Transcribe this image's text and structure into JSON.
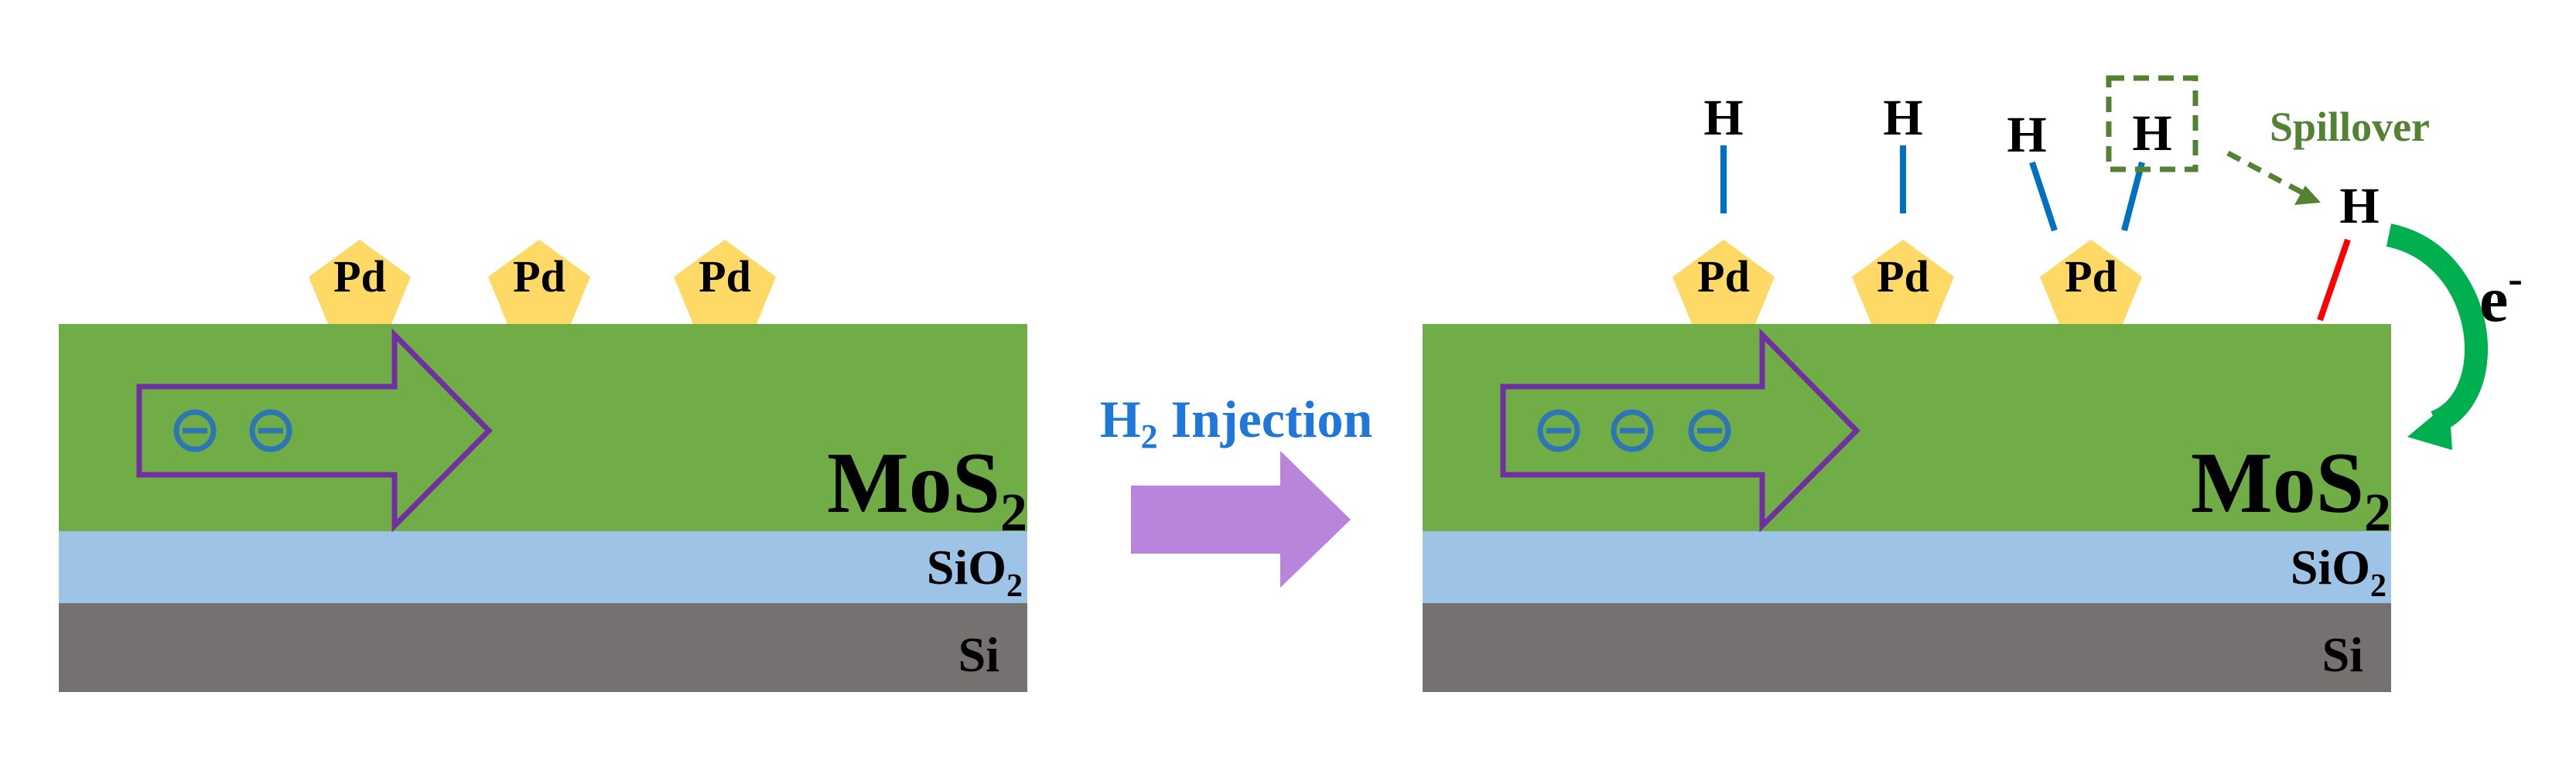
{
  "colors": {
    "mos2": "#70ad47",
    "sio2": "#9dc3e6",
    "si": "#767171",
    "pd": "#ffd966",
    "arrow_outline": "#7030a0",
    "electron": "#2e75b6",
    "bond_blue": "#0070c0",
    "bond_red": "#ff0000",
    "injection_arrow": "#b884dc",
    "injection_text": "#1f78d9",
    "spillover": "#548235",
    "transfer_arrow": "#00b050",
    "text": "#000000"
  },
  "left_panel": {
    "layers": {
      "mos2": {
        "label": "MoS",
        "sub": "2"
      },
      "sio2": {
        "label": "SiO",
        "sub": "2"
      },
      "si": {
        "label": "Si"
      }
    },
    "pd_particles": [
      "Pd",
      "Pd",
      "Pd"
    ],
    "electron_count": 2
  },
  "injection": {
    "label": "H",
    "sub": "2",
    "rest": " Injection"
  },
  "right_panel": {
    "layers": {
      "mos2": {
        "label": "MoS",
        "sub": "2"
      },
      "sio2": {
        "label": "SiO",
        "sub": "2"
      },
      "si": {
        "label": "Si"
      }
    },
    "pd_particles": [
      "Pd",
      "Pd",
      "Pd"
    ],
    "electron_count": 3,
    "hydrogen": [
      "H",
      "H",
      "H",
      "H",
      "H"
    ],
    "spillover_label": "Spillover",
    "electron_transfer": {
      "label": "e",
      "sup": "-"
    }
  }
}
